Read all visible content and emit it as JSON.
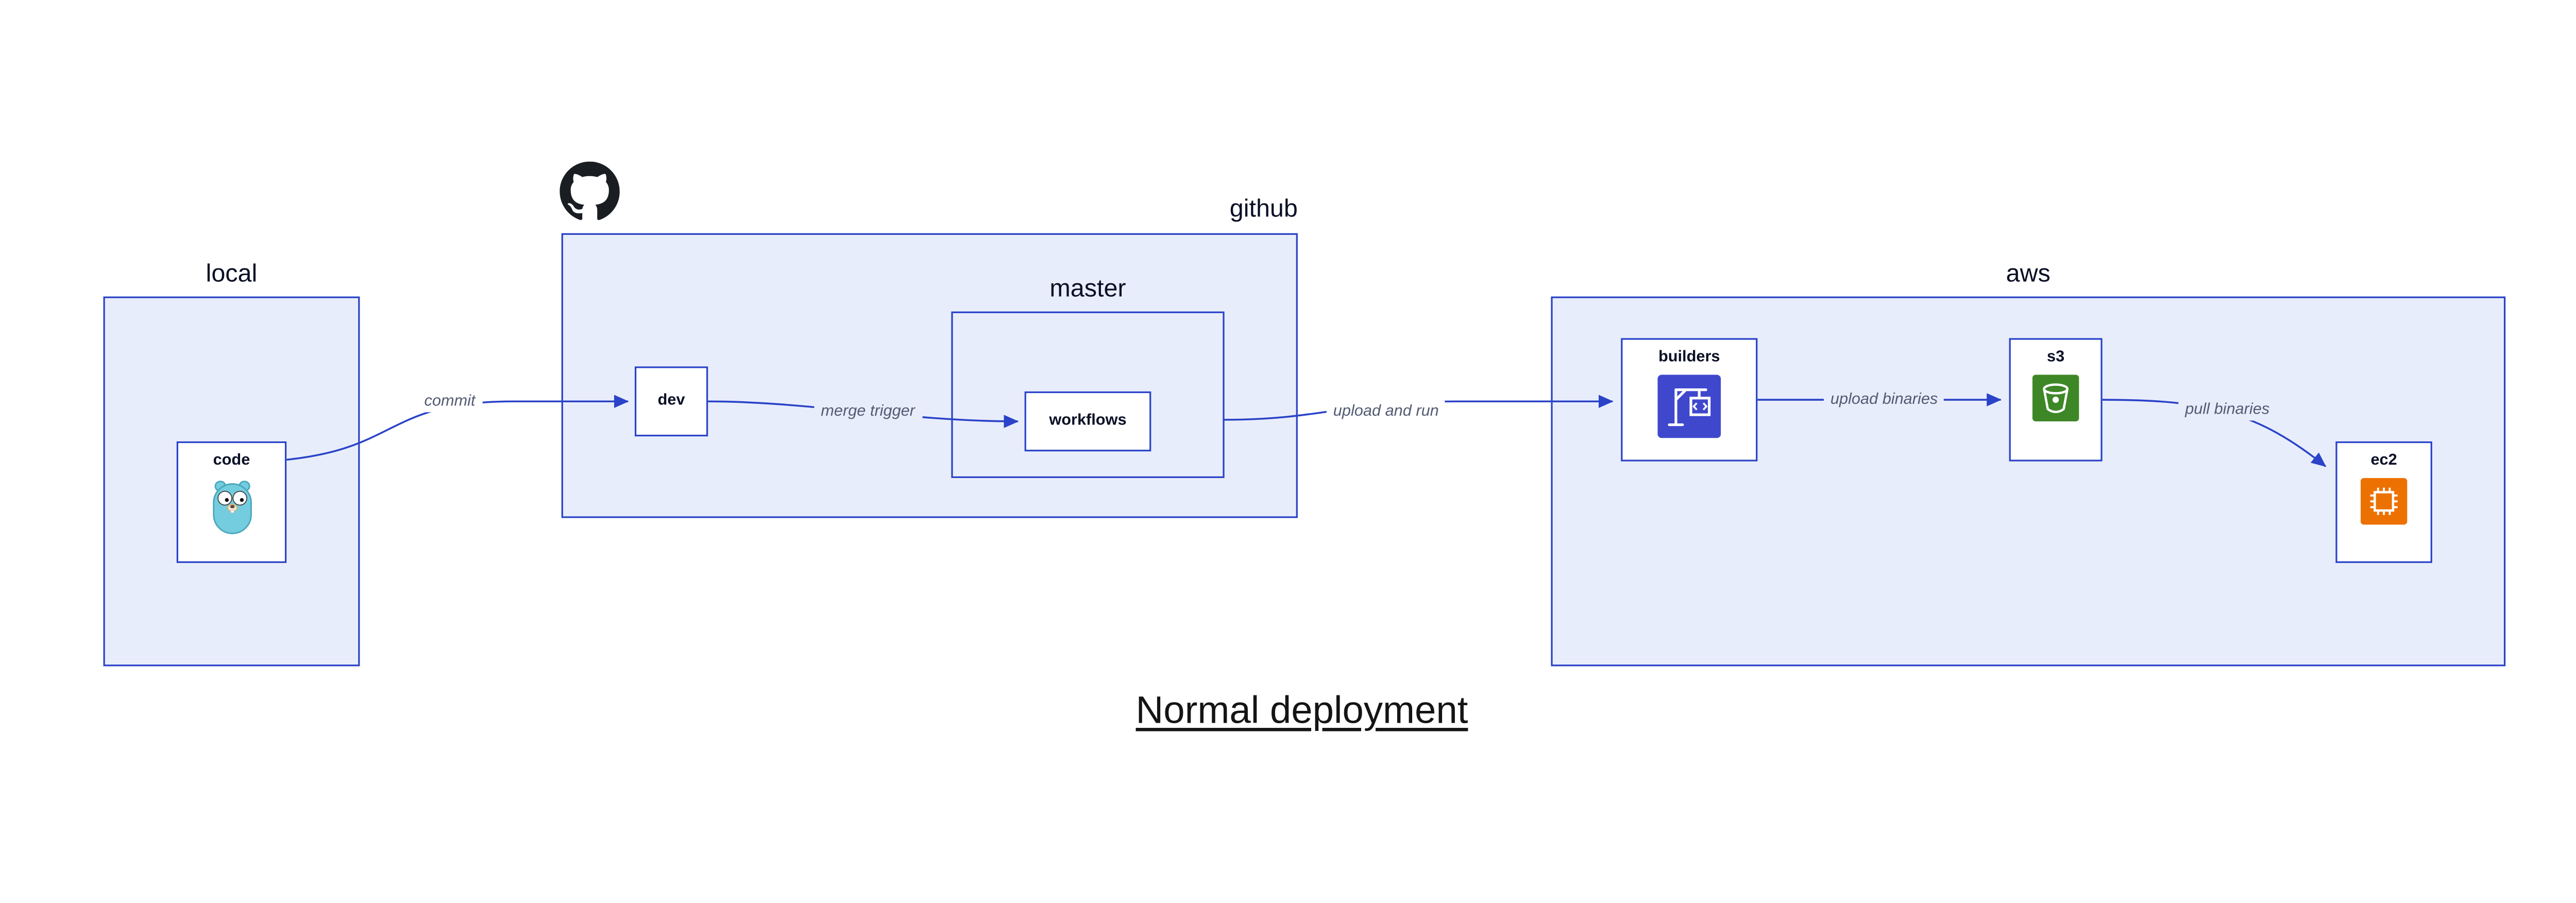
{
  "title": "Normal deployment",
  "containers": {
    "local": {
      "label": "local"
    },
    "github": {
      "label": "github",
      "icon": "github-octocat-icon"
    },
    "master": {
      "label": "master"
    },
    "aws": {
      "label": "aws"
    }
  },
  "nodes": {
    "code": {
      "label": "code",
      "icon": "go-gopher-icon"
    },
    "dev": {
      "label": "dev"
    },
    "workflows": {
      "label": "workflows"
    },
    "builders": {
      "label": "builders",
      "icon": "aws-codebuild-icon"
    },
    "s3": {
      "label": "s3",
      "icon": "aws-s3-bucket-icon"
    },
    "ec2": {
      "label": "ec2",
      "icon": "aws-ec2-chip-icon"
    }
  },
  "edges": [
    {
      "from": "code",
      "to": "dev",
      "label": "commit"
    },
    {
      "from": "dev",
      "to": "workflows",
      "label": "merge trigger"
    },
    {
      "from": "master",
      "to": "builders",
      "label": "upload and run"
    },
    {
      "from": "builders",
      "to": "s3",
      "label": "upload binaries"
    },
    {
      "from": "s3",
      "to": "ec2",
      "label": "pull binaries"
    }
  ],
  "colors": {
    "container_fill": "#e8edfb",
    "diagram_blue": "#2a43c8",
    "node_fill": "#ffffff",
    "label_text": "#0a0f25",
    "edge_label_text": "#535b72",
    "gopher_blue": "#74cdde",
    "codebuild_blue": "#3f48cc",
    "s3_green": "#3e8727",
    "ec2_orange": "#ed7100",
    "github_black": "#1a1e22"
  }
}
